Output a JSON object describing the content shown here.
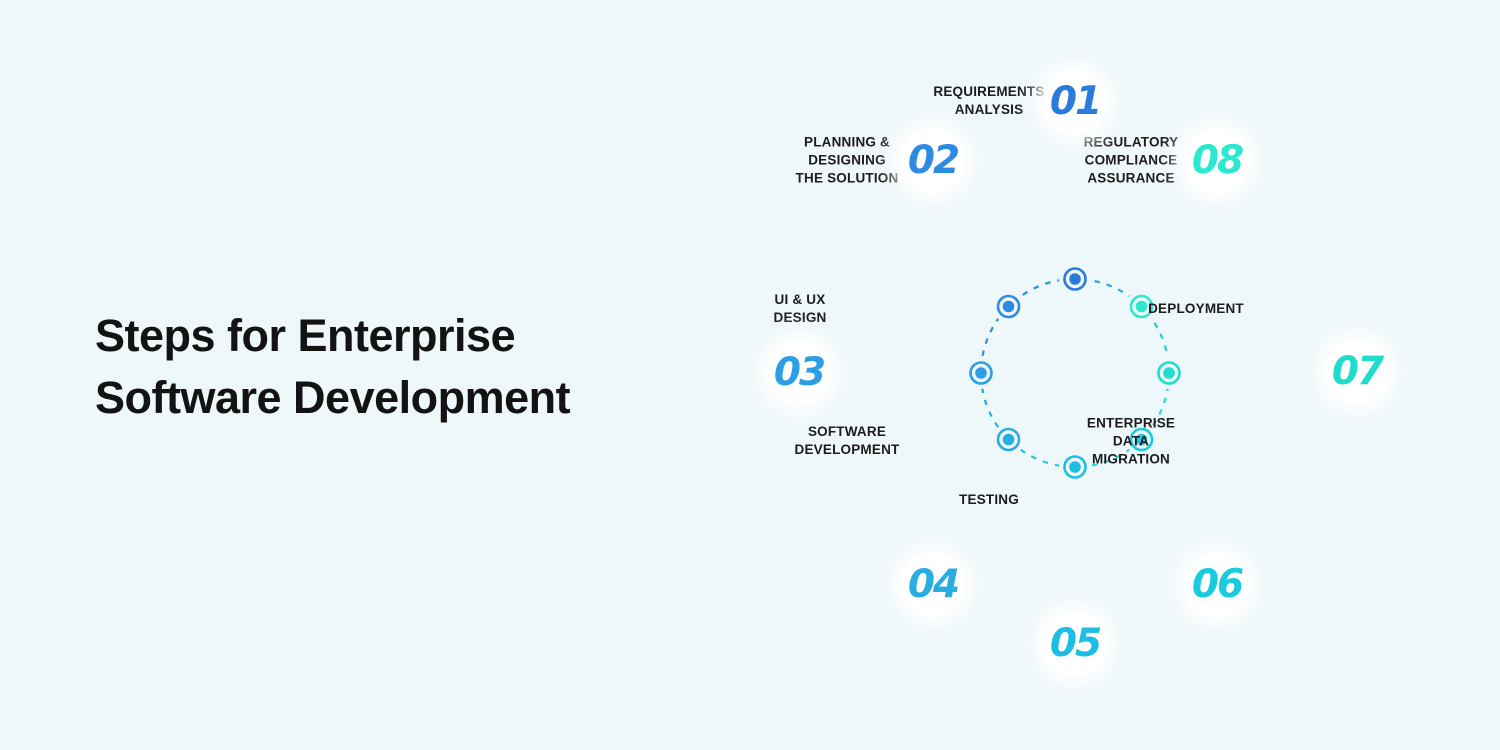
{
  "title": {
    "line1": "Steps for Enterprise",
    "line2": "Software Development"
  },
  "steps": [
    {
      "number": "01",
      "label": "REQUIREMENTS\nANALYSIS",
      "color": "#2A7BDC"
    },
    {
      "number": "02",
      "label": "PLANNING &\nDESIGNING\nTHE SOLUTION",
      "color": "#2E8BE2"
    },
    {
      "number": "03",
      "label": "UI & UX\nDESIGN",
      "color": "#2D9DE5"
    },
    {
      "number": "04",
      "label": "SOFTWARE\nDEVELOPMENT",
      "color": "#29ACE0"
    },
    {
      "number": "05",
      "label": "TESTING",
      "color": "#1CBEE4"
    },
    {
      "number": "06",
      "label": "ENTERPRISE\nDATA\nMIGRATION",
      "color": "#19CBDC"
    },
    {
      "number": "07",
      "label": "DEPLOYMENT",
      "color": "#1FDCCD"
    },
    {
      "number": "08",
      "label": "REGULATORY\nCOMPLIANCE\nASSURANCE",
      "color": "#2BE8CF"
    }
  ],
  "colors": {
    "background": "#EEF7FA",
    "title_text": "#131313",
    "label_text": "#1C1C1C",
    "hexagon_fill": "#FFFFFF",
    "gradient_start": "#2A7BDC",
    "gradient_mid": "#1CBEE4",
    "gradient_end": "#2BE8CF"
  }
}
